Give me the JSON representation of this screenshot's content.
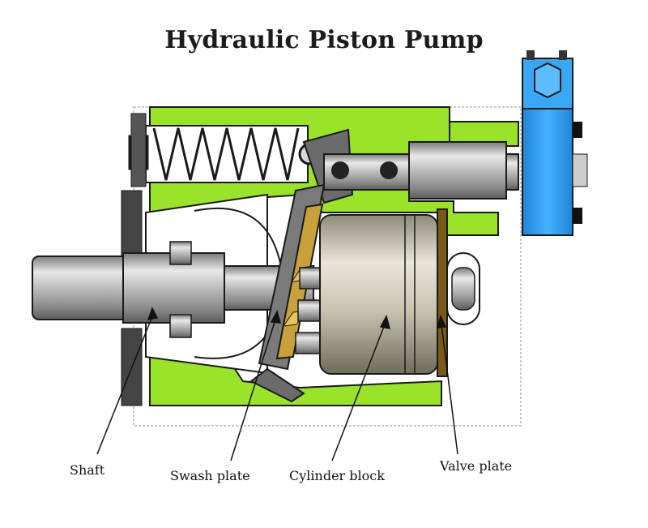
{
  "title": "Hydraulic Piston Pump",
  "labels": {
    "shaft": "Shaft",
    "swash_plate": "Swash plate",
    "cylinder_block": "Cylinder block",
    "valve_plate": "Valve plate"
  },
  "colors": {
    "fluid": "#9be22a",
    "valve_body": "#2a9bf0",
    "metal": "#b8b8b8",
    "bronze": "#c9a13a",
    "outline": "#1a1a1a"
  }
}
